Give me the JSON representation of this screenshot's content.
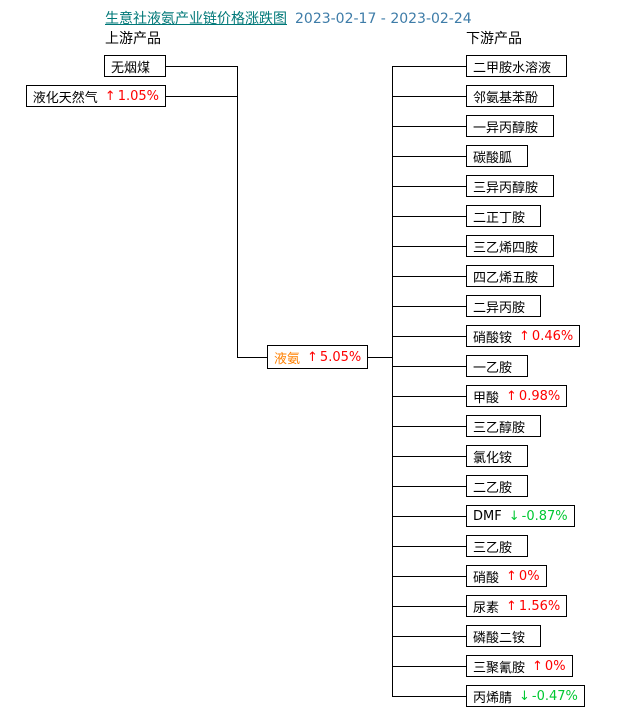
{
  "title": {
    "text": "生意社液氨产业链价格涨跌图",
    "date_range": "2023-02-17 - 2023-02-24"
  },
  "column_headers": {
    "upstream": "上游产品",
    "downstream": "下游产品"
  },
  "colors": {
    "title_text": "#007878",
    "date_text": "#3E7CA8",
    "up": "#FE0000",
    "down": "#00C832",
    "center_name": "#FF8000",
    "line": "#000000"
  },
  "center_node": {
    "name": "液氨",
    "arrow": "↑",
    "change": "5.05%",
    "direction": "up"
  },
  "upstream_nodes": [
    {
      "name": "无烟煤"
    },
    {
      "name": "液化天然气",
      "arrow": "↑",
      "change": "1.05%",
      "direction": "up"
    }
  ],
  "downstream_nodes": [
    {
      "name": "二甲胺水溶液"
    },
    {
      "name": "邻氨基苯酚"
    },
    {
      "name": "一异丙醇胺"
    },
    {
      "name": "碳酸胍"
    },
    {
      "name": "三异丙醇胺"
    },
    {
      "name": "二正丁胺"
    },
    {
      "name": "三乙烯四胺"
    },
    {
      "name": "四乙烯五胺"
    },
    {
      "name": "二异丙胺"
    },
    {
      "name": "硝酸铵",
      "arrow": "↑",
      "change": "0.46%",
      "direction": "up"
    },
    {
      "name": "一乙胺"
    },
    {
      "name": "甲酸",
      "arrow": "↑",
      "change": "0.98%",
      "direction": "up"
    },
    {
      "name": "三乙醇胺"
    },
    {
      "name": "氯化铵"
    },
    {
      "name": "二乙胺"
    },
    {
      "name": "DMF",
      "arrow": "↓",
      "change": "-0.87%",
      "direction": "down"
    },
    {
      "name": "三乙胺"
    },
    {
      "name": "硝酸",
      "arrow": "↑",
      "change": "0%",
      "direction": "up"
    },
    {
      "name": "尿素",
      "arrow": "↑",
      "change": "1.56%",
      "direction": "up"
    },
    {
      "name": "磷酸二铵"
    },
    {
      "name": "三聚氰胺",
      "arrow": "↑",
      "change": "0%",
      "direction": "up"
    },
    {
      "name": "丙烯腈",
      "arrow": "↓",
      "change": "-0.47%",
      "direction": "down"
    }
  ]
}
